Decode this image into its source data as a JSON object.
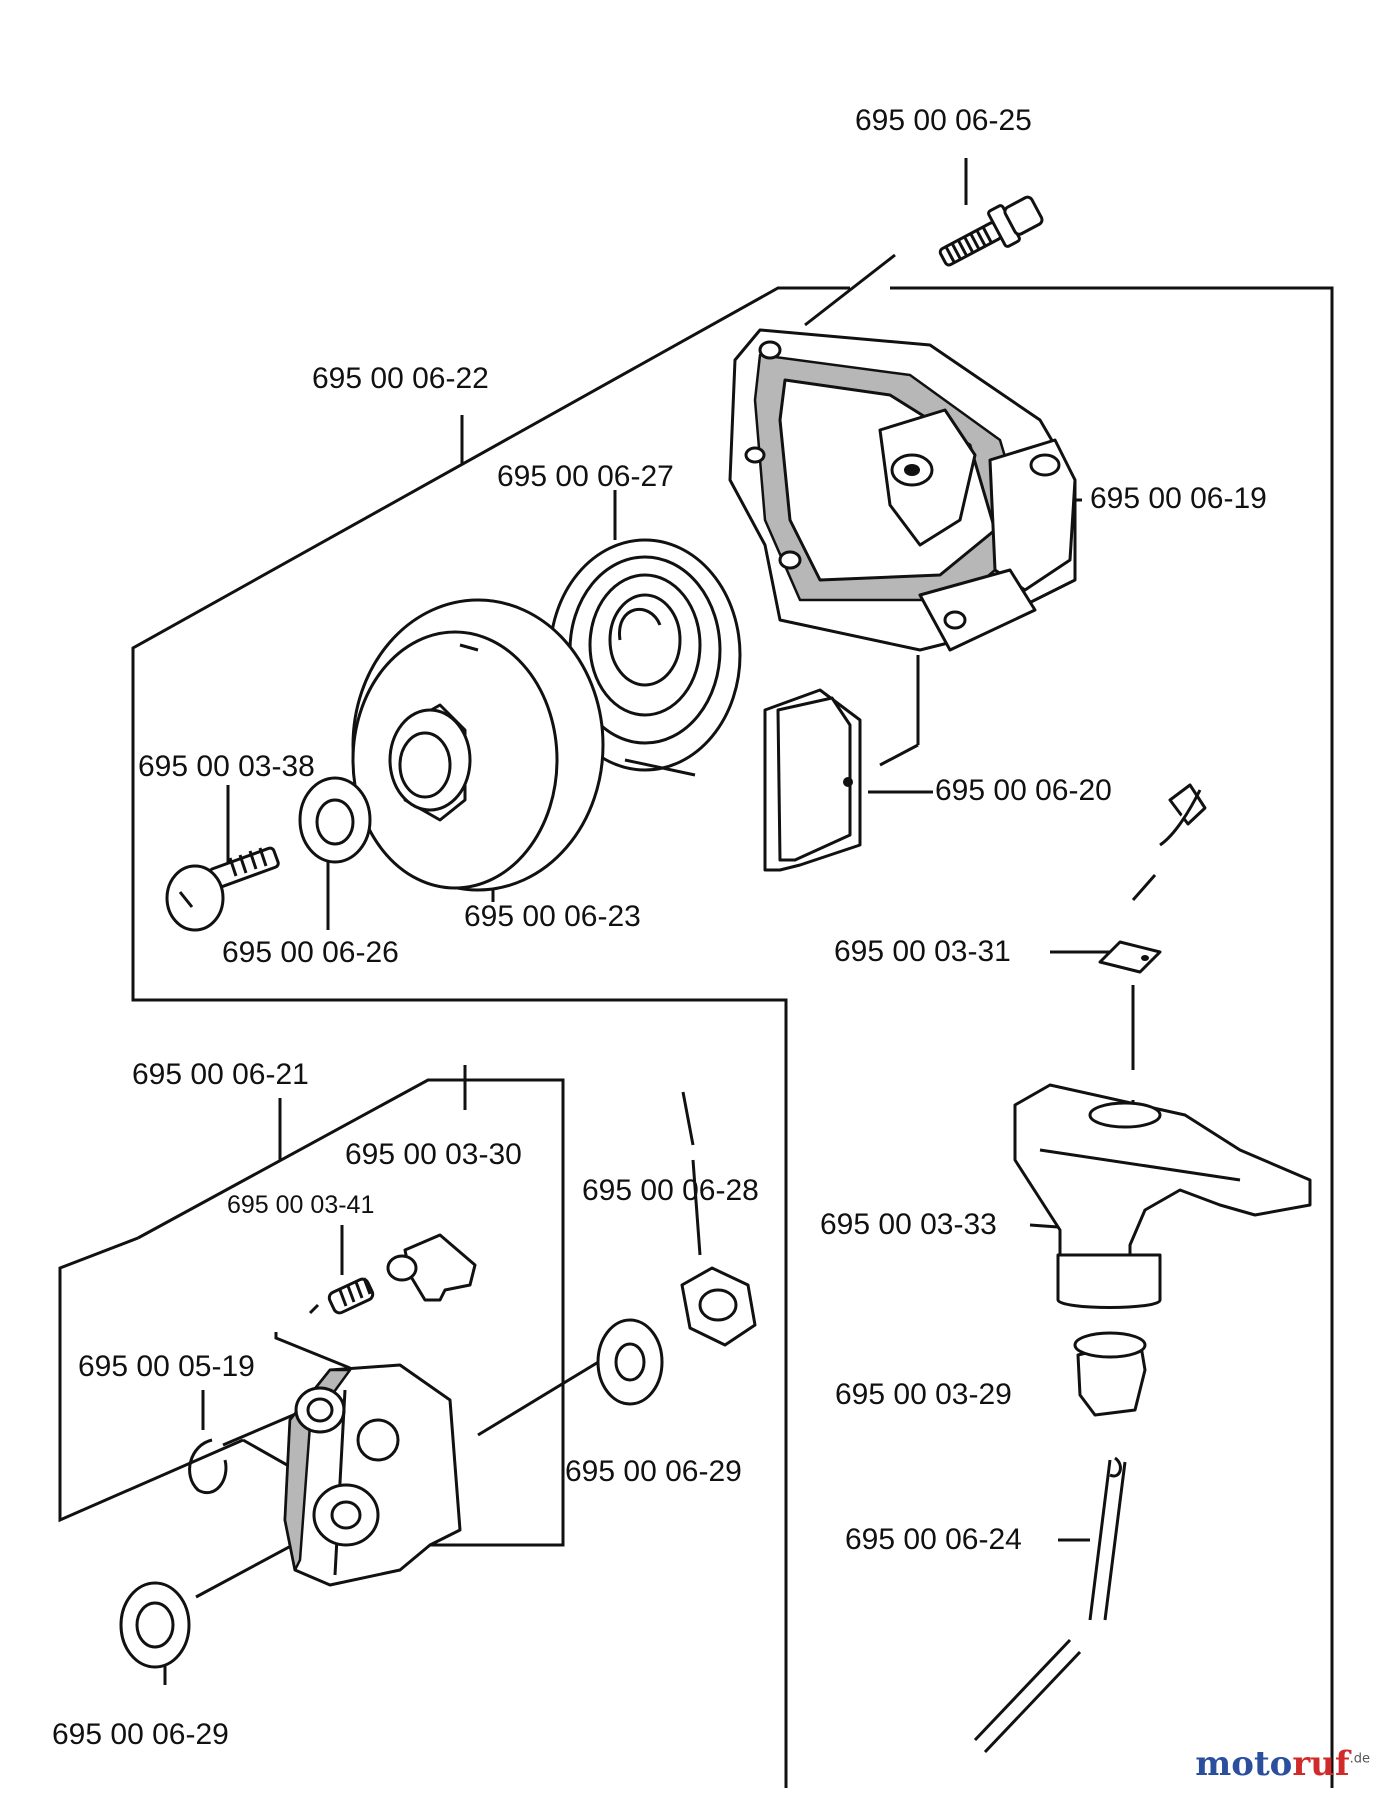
{
  "parts": [
    {
      "id": "screw_top",
      "number": "695 00 06-25"
    },
    {
      "id": "starter_assembly",
      "number": "695 00 06-22"
    },
    {
      "id": "spring",
      "number": "695 00 06-27"
    },
    {
      "id": "housing",
      "number": "695 00 06-19"
    },
    {
      "id": "screw_small",
      "number": "695 00 03-38"
    },
    {
      "id": "pawl_plate",
      "number": "695 00 06-20"
    },
    {
      "id": "pulley",
      "number": "695 00 06-23"
    },
    {
      "id": "washer_small",
      "number": "695 00 06-26"
    },
    {
      "id": "clip",
      "number": "695 00 03-31"
    },
    {
      "id": "hub_assembly",
      "number": "695 00 06-21"
    },
    {
      "id": "pawl",
      "number": "695 00 03-30"
    },
    {
      "id": "pawl_spring",
      "number": "695 00 03-41"
    },
    {
      "id": "nut",
      "number": "695 00 06-28"
    },
    {
      "id": "handle",
      "number": "695 00 03-33"
    },
    {
      "id": "circlip",
      "number": "695 00 05-19"
    },
    {
      "id": "washer_right",
      "number": "695 00 06-29"
    },
    {
      "id": "bushing",
      "number": "695 00 03-29"
    },
    {
      "id": "rope",
      "number": "695 00 06-24"
    },
    {
      "id": "washer_bottom",
      "number": "695 00 06-29"
    }
  ],
  "watermark": {
    "main": "moto",
    "accent": "ruf",
    "suffix": ".de"
  }
}
